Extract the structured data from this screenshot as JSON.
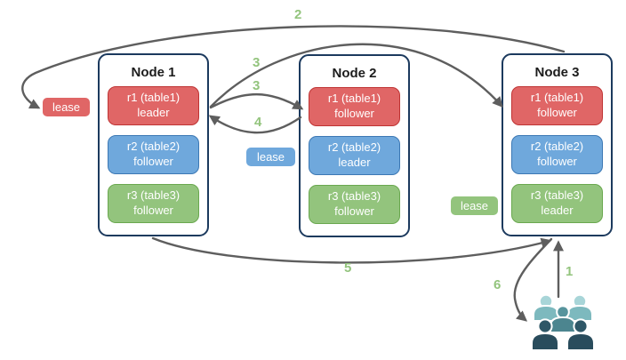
{
  "nodes": [
    {
      "title": "Node 1",
      "ranges": [
        {
          "name": "r1 (table1)",
          "role": "leader",
          "color": "red"
        },
        {
          "name": "r2 (table2)",
          "role": "follower",
          "color": "blue"
        },
        {
          "name": "r3 (table3)",
          "role": "follower",
          "color": "green"
        }
      ]
    },
    {
      "title": "Node 2",
      "ranges": [
        {
          "name": "r1 (table1)",
          "role": "follower",
          "color": "red"
        },
        {
          "name": "r2 (table2)",
          "role": "leader",
          "color": "blue"
        },
        {
          "name": "r3 (table3)",
          "role": "follower",
          "color": "green"
        }
      ]
    },
    {
      "title": "Node 3",
      "ranges": [
        {
          "name": "r1 (table1)",
          "role": "follower",
          "color": "red"
        },
        {
          "name": "r2 (table2)",
          "role": "follower",
          "color": "blue"
        },
        {
          "name": "r3 (table3)",
          "role": "leader",
          "color": "green"
        }
      ]
    }
  ],
  "leases": [
    {
      "label": "lease",
      "color": "red"
    },
    {
      "label": "lease",
      "color": "blue"
    },
    {
      "label": "lease",
      "color": "green"
    }
  ],
  "steps": {
    "step1": "1",
    "step2": "2",
    "step3a": "3",
    "step3b": "3",
    "step4": "4",
    "step5": "5",
    "step6": "6"
  },
  "icons": {
    "users": "users-icon"
  },
  "colors": {
    "range_red": "#e06666",
    "range_red_border": "#bf3434",
    "range_blue": "#6fa8dc",
    "range_blue_border": "#3c78b4",
    "range_green": "#93c47d",
    "range_green_border": "#6aa84f",
    "node_border": "#1c3a5e",
    "arrow": "#5e5e5e",
    "step_label": "#93c47d",
    "people_light": "#a8d5d8",
    "people_mid": "#4c858f",
    "people_dark": "#294c5c"
  }
}
